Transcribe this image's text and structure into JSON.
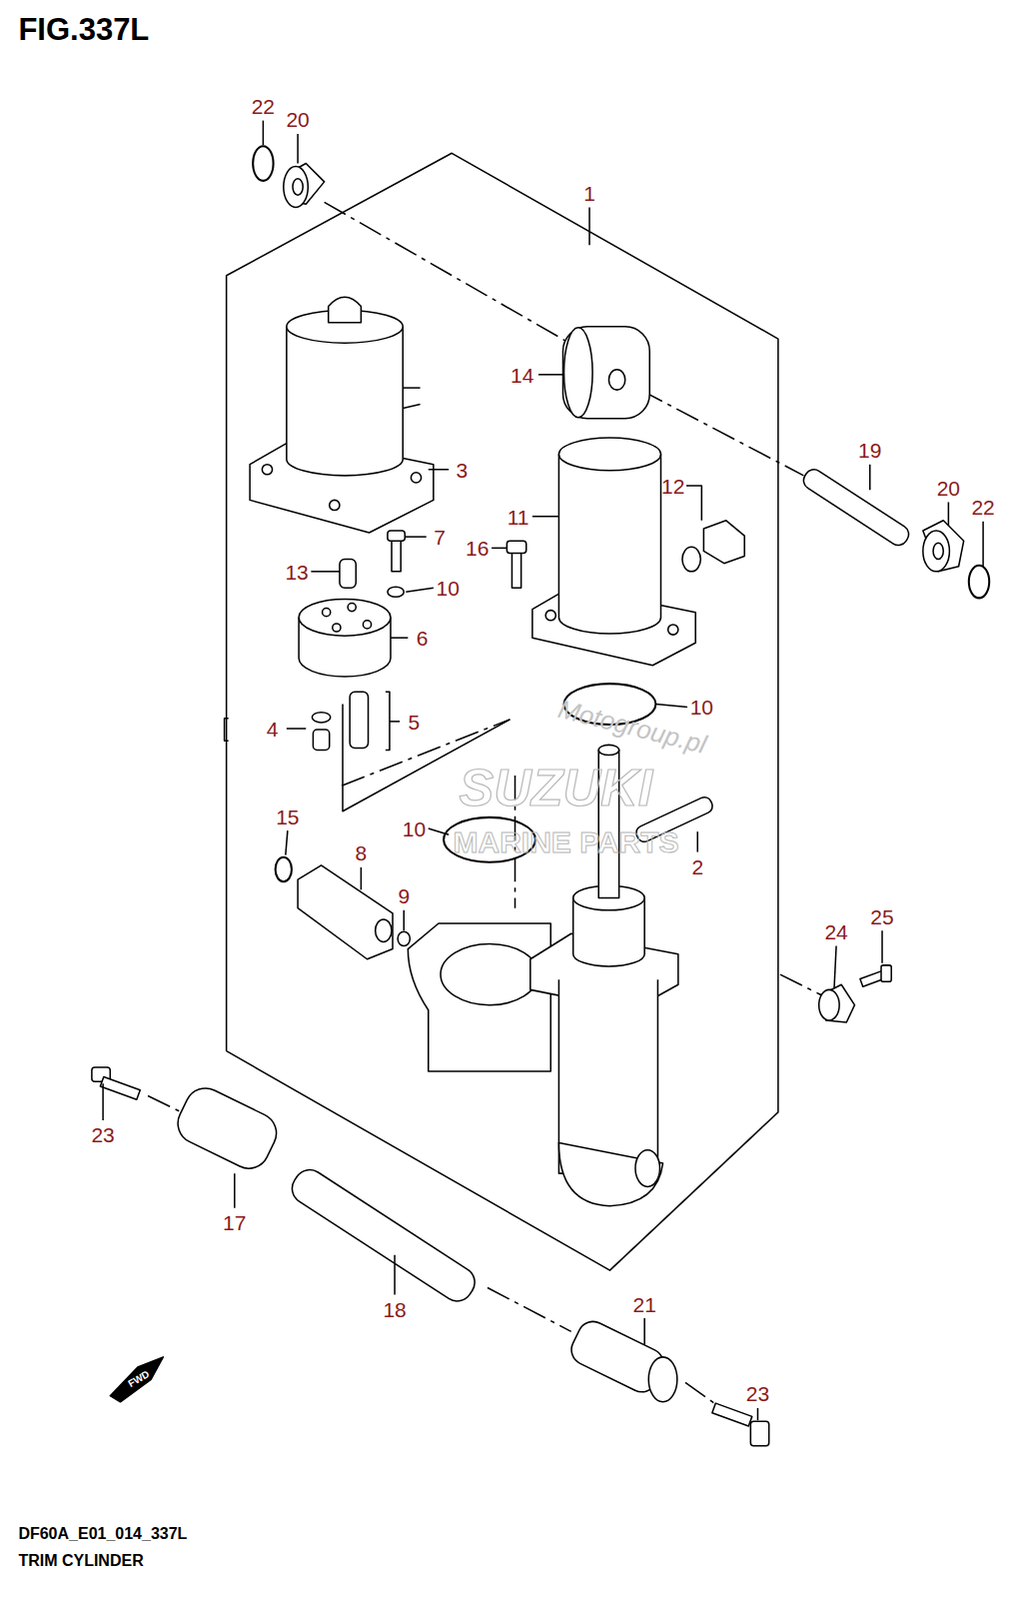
{
  "diagram": {
    "title": "FIG.337L",
    "caption": "TRIM CYLINDER",
    "labels": [
      "22",
      "20",
      "1",
      "14",
      "3",
      "19",
      "20",
      "22",
      "12",
      "11",
      "7",
      "16",
      "13",
      "10",
      "6",
      "10",
      "4",
      "5",
      "15",
      "10",
      "8",
      "9",
      "2",
      "24",
      "25",
      "23",
      "17",
      "18",
      "21",
      "23",
      "FWD",
      "DF60A_E01_014_337L",
      "Motogroup.pl",
      "SUZUKI",
      "MARINE PARTS"
    ]
  }
}
